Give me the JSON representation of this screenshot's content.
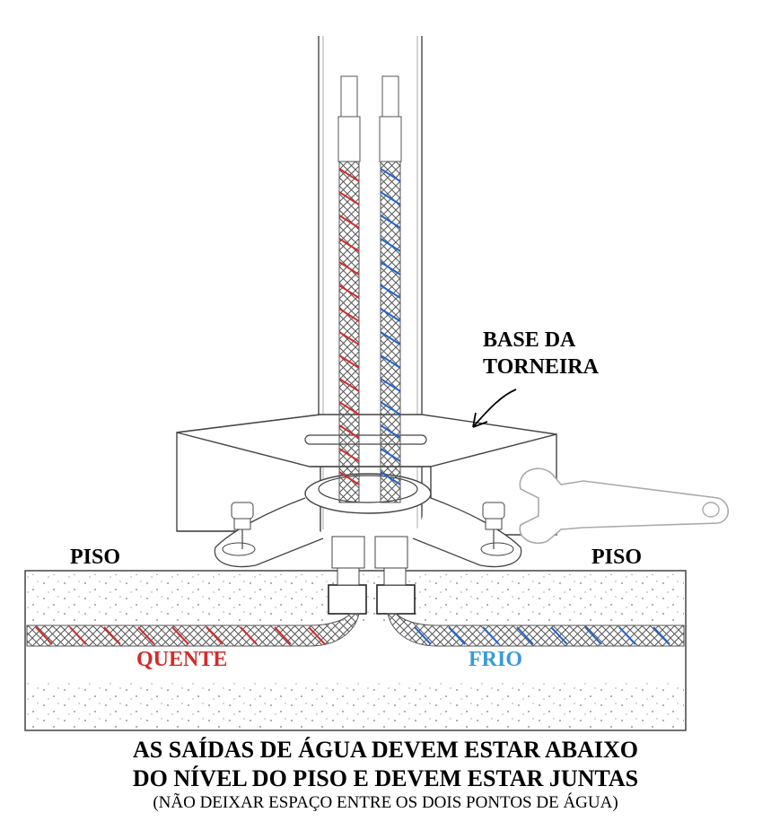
{
  "labels": {
    "base": [
      "BASE DA",
      "TORNEIRA"
    ],
    "piso_left": "PISO",
    "piso_right": "PISO",
    "quente": "QUENTE",
    "frio": "FRIO"
  },
  "caption": {
    "line1": "AS SAÍDAS DE ÁGUA DEVEM ESTAR ABAIXO",
    "line2": "DO NÍVEL DO PISO E DEVEM ESTAR JUNTAS",
    "line3": "(NÃO DEIXAR ESPAÇO ENTRE OS DOIS PONTOS DE ÁGUA)"
  },
  "colors": {
    "hot": "#d22b2b",
    "cold": "#2266cc",
    "cold_label": "#3a9ad9",
    "hot_label": "#d22b2b",
    "line": "#333333",
    "floor_dots": "#777777"
  },
  "icons": {
    "wrench": "wrench-icon",
    "arrow": "pointer-arrow-icon"
  }
}
